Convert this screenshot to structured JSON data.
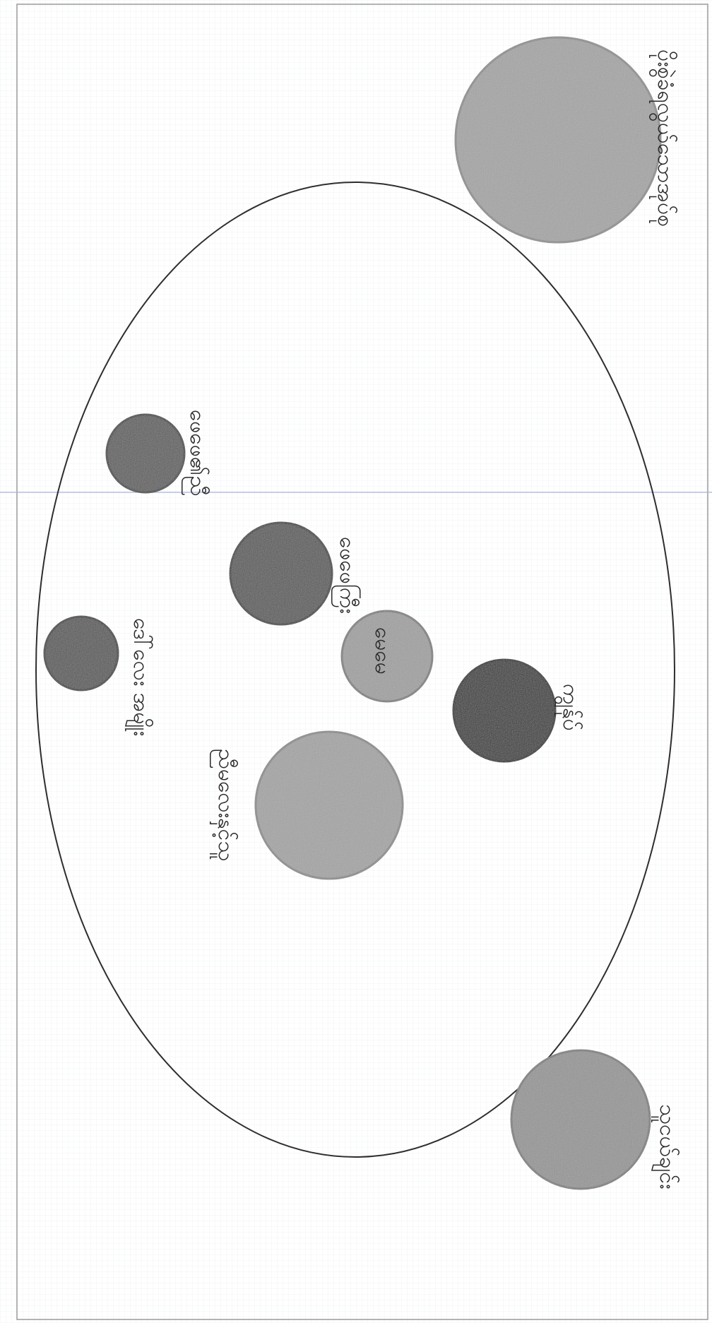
{
  "diagram": {
    "orientation": "rotated 90deg clockwise",
    "style": "pencil sketch on grid paper",
    "colors": {
      "paper": "#ffffff",
      "grid": "#e9ecef",
      "guide_line": "#a9b4e0",
      "outline": "#2e2e2e",
      "light_gray": "#a5a5a5",
      "mid_gray": "#8e8e8e",
      "dark_gray": "#565656",
      "darker_gray": "#454545",
      "darkest": "#2f2f2f"
    },
    "circles": [
      {
        "id": "top-right-large",
        "shade": "light",
        "inside_ellipse": false,
        "label": "ပိုးစွဲခံရလွယ်သောအုပ်စု"
      },
      {
        "id": "inner-top",
        "shade": "dark",
        "inside_ellipse": true,
        "label": "ဖေဖေ၏ညီ"
      },
      {
        "id": "inner-mid",
        "shade": "dark",
        "inside_ellipse": true,
        "label": "ဖေဖေကြီး"
      },
      {
        "id": "inner-left",
        "shade": "dark",
        "inside_ellipse": true,
        "label": "ဒေါ်လေး အမျိုး"
      },
      {
        "id": "inner-small-center",
        "shade": "light",
        "inside_ellipse": true,
        "label": "မေမေ"
      },
      {
        "id": "inner-darkest",
        "shade": "darkest",
        "inside_ellipse": true,
        "label": "ကျွန်ုပ်"
      },
      {
        "id": "inner-large-light",
        "shade": "light",
        "inside_ellipse": true,
        "label": "ညီမလေးနှင့်သူ"
      },
      {
        "id": "bottom-right",
        "shade": "mid",
        "inside_ellipse": false,
        "label": "သူငယ်ချင်း"
      }
    ]
  }
}
